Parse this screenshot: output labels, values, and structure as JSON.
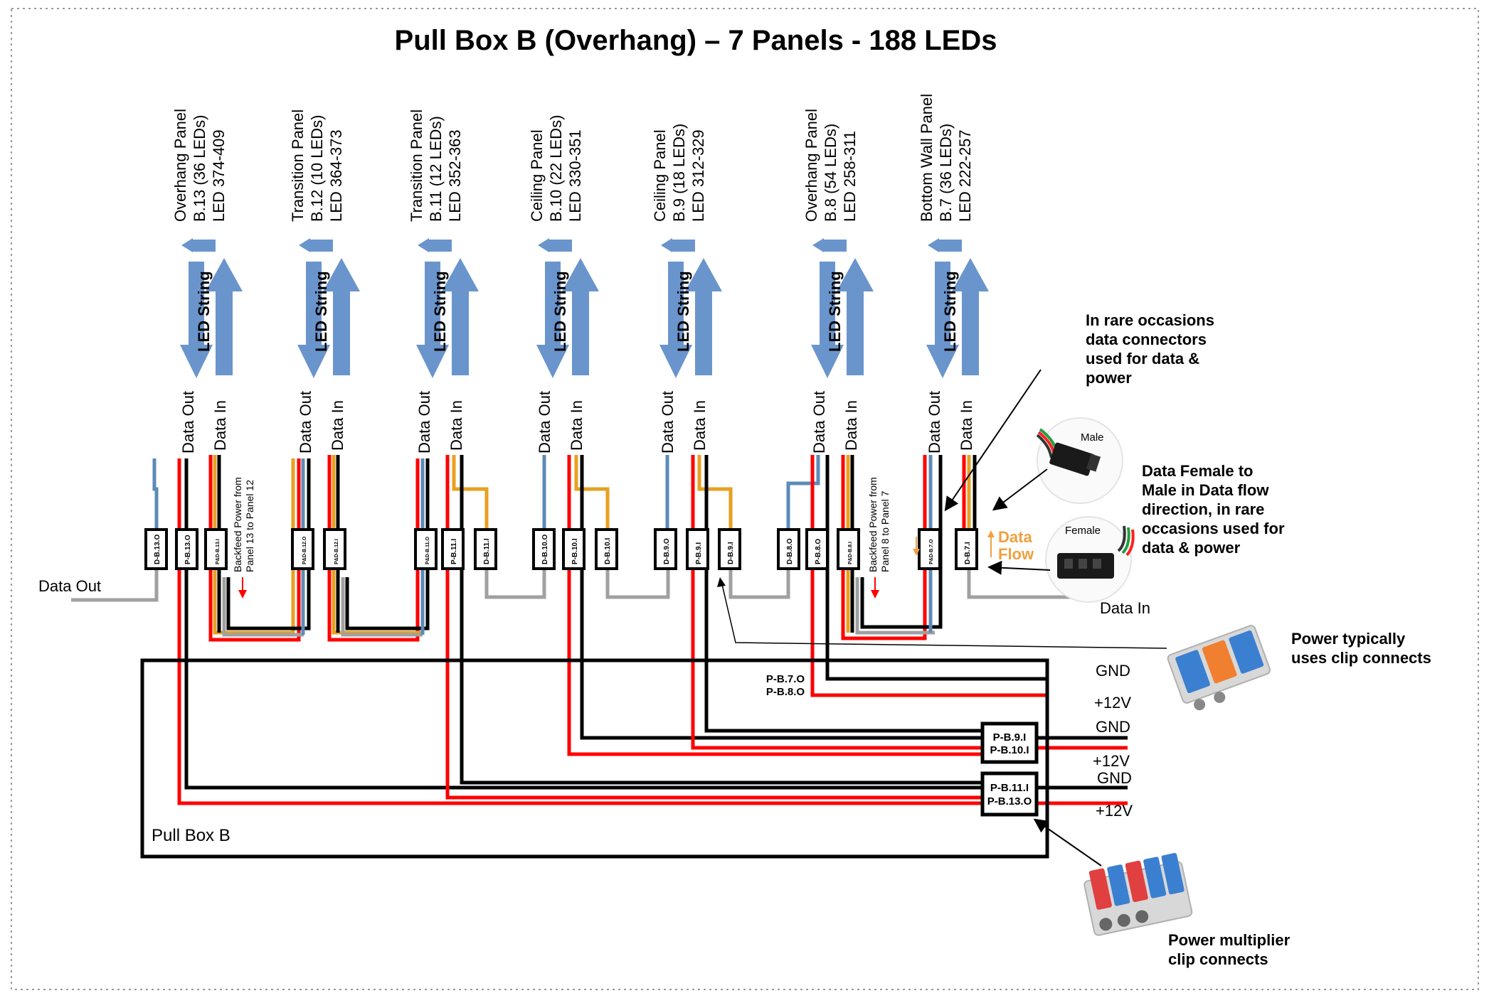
{
  "title": "Pull Box B (Overhang) – 7 Panels -  188 LEDs",
  "led_string_label": "LED String",
  "data_out_label": "Data Out",
  "data_in_label": "Data In",
  "panels": [
    {
      "line1": "Overhang Panel",
      "line2": "B.13 (36 LEDs)",
      "line3": "LED 374-409"
    },
    {
      "line1": "Transition Panel",
      "line2": "B.12 (10 LEDs)",
      "line3": "LED 364-373"
    },
    {
      "line1": "Transition Panel",
      "line2": "B.11 (12 LEDs)",
      "line3": "LED 352-363"
    },
    {
      "line1": "Ceiling Panel",
      "line2": "B.10 (22 LEDs)",
      "line3": "LED 330-351"
    },
    {
      "line1": "Ceiling Panel",
      "line2": "B.9 (18 LEDs)",
      "line3": "LED 312-329"
    },
    {
      "line1": "Overhang Panel",
      "line2": "B.8 (54 LEDs)",
      "line3": "LED 258-311"
    },
    {
      "line1": "Bottom Wall Panel",
      "line2": "B.7 (36 LEDs)",
      "line3": "LED 222-257"
    }
  ],
  "connectors": [
    "D-B.13.O",
    "P-B.13.O",
    "P&D-B.13.I",
    "P&D-B.12.O",
    "P&D-B.12.I",
    "P&D-B.11.O",
    "P-B.11.I",
    "D-B.11.I",
    "D-B.10.O",
    "P-B.10.I",
    "D-B.10.I",
    "D-B.9.O",
    "P-B.9.I",
    "D-B.9.I",
    "D-B.8.O",
    "P-B.8.O",
    "P&D-B.8.I",
    "P&D-B.7.O",
    "D-B.7.I"
  ],
  "backfeed": [
    {
      "line1": "Backfeed Power from",
      "line2": "Panel 13 to Panel 12"
    },
    {
      "line1": "Backfeed Power from",
      "line2": "Panel 8 to Panel 7"
    }
  ],
  "data_out_end": "Data Out",
  "data_in_end": "Data In",
  "data_flow": {
    "line1": "Data",
    "line2": "Flow"
  },
  "pull_box_label": "Pull Box B",
  "multiplier_labels": [
    {
      "line1": "P-B.7.O",
      "line2": "P-B.8.O"
    },
    {
      "line1": "P-B.9.I",
      "line2": "P-B.10.I"
    },
    {
      "line1": "P-B.11.I",
      "line2": "P-B.13.O"
    }
  ],
  "gnd_label": "GND",
  "v12_label": "+12V",
  "notes": {
    "rare": [
      "In rare occasions",
      "data connectors",
      "used for data &",
      "power"
    ],
    "female_male": [
      "Data Female to",
      "Male in Data flow",
      "direction, in rare",
      "occasions used for",
      "data & power"
    ],
    "clip": [
      "Power typically",
      "uses clip connects"
    ],
    "multiplier": [
      "Power multiplier",
      "clip connects"
    ]
  },
  "male_label": "Male",
  "female_label": "Female",
  "colors": {
    "red": "#ff0000",
    "black": "#000000",
    "blue": "#5b8bb8",
    "orange": "#e8a020",
    "gray": "#a0a0a0",
    "arrow": "#6a95cc",
    "flow": "#f0a040"
  }
}
